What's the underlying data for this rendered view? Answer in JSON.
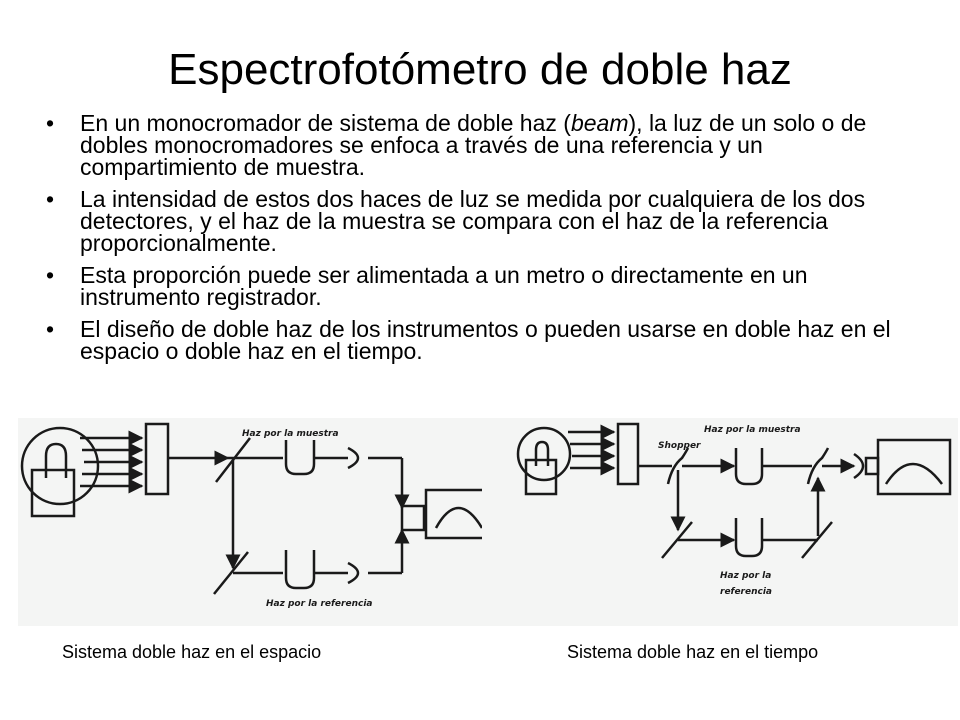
{
  "slide": {
    "title": "Espectrofotómetro de doble haz",
    "bullets": [
      {
        "pre": "En un monocromador de sistema de doble haz (",
        "em": "beam",
        "post": "), la luz de un solo o de dobles monocromadores se enfoca a través de una referencia y un compartimiento de  muestra."
      },
      {
        "text": "La intensidad de estos dos haces de luz se medida por cualquiera de los dos  detectores, y el haz de la muestra se compara con el haz de la referencia proporcionalmente."
      },
      {
        "text": "Esta proporción puede ser alimentada a un  metro o directamente en un instrumento registrador."
      },
      {
        "text": "El diseño de doble haz de los  instrumentos o pueden usarse en doble haz en el  espacio o doble haz en el tiempo."
      }
    ],
    "bullet_glyph": "•"
  },
  "diagram_space": {
    "label_sample": "Haz por la muestra",
    "label_reference": "Haz por la referencia",
    "caption": "Sistema doble haz en el espacio"
  },
  "diagram_time": {
    "label_sample": "Haz por la muestra",
    "label_chopper": "Shopper",
    "label_reference_1": "Haz por la",
    "label_reference_2": "referencia",
    "caption": "Sistema doble haz en el tiempo"
  },
  "colors": {
    "diagram_bg": "#f4f5f4",
    "ink": "#1a1a1a"
  }
}
